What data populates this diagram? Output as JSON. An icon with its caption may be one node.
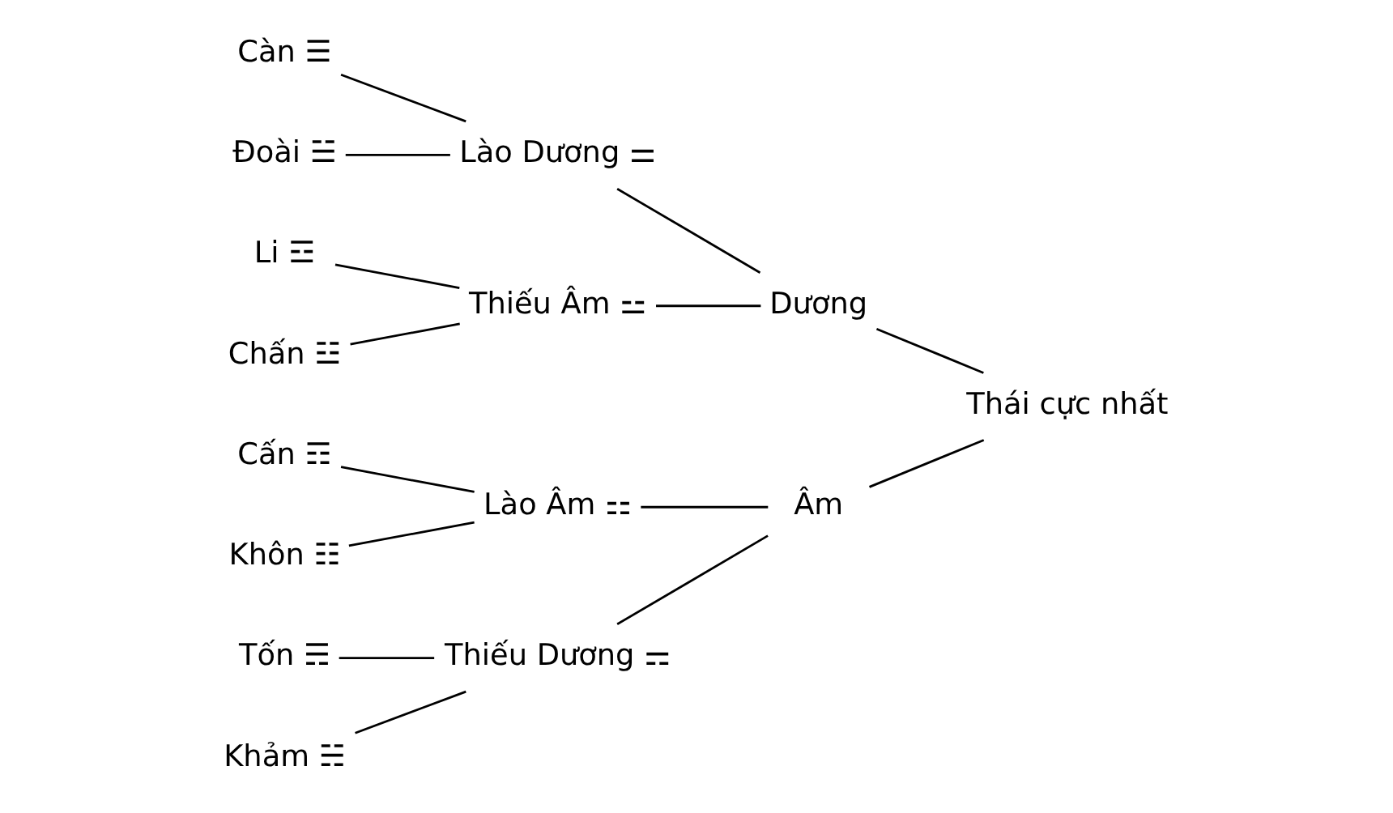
{
  "diagram": {
    "nodes": [
      {
        "text": [
          "Càn ☰"
        ]
      },
      {
        "text": [
          "Lào Dương ⚌"
        ]
      },
      {
        "text": [
          "Đoài ☱"
        ]
      },
      {
        "text": [
          "Dương"
        ]
      },
      {
        "text": [
          "Li ☲"
        ]
      },
      {
        "text": [
          "Thiếu Âm ⚍"
        ]
      },
      {
        "text": [
          "Chấn ☳"
        ]
      },
      {
        "text": [
          "Thái cực nhất"
        ]
      },
      {
        "text": [
          "Tốn ☴"
        ]
      },
      {
        "text": [
          "Thiếu Dương ⚎"
        ]
      },
      {
        "text": [
          "Khảm ☵"
        ]
      },
      {
        "text": [
          "Âm"
        ]
      },
      {
        "text": [
          "Cấn ☶"
        ]
      },
      {
        "text": [
          "Lào Âm ⚏"
        ]
      },
      {
        "text": [
          "Khôn ☷"
        ]
      }
    ],
    "edges": [
      {
        "from": 0,
        "to": 1,
        "arrow": "none"
      },
      {
        "from": 2,
        "to": 1,
        "arrow": "none"
      },
      {
        "from": 4,
        "to": 5,
        "arrow": "none"
      },
      {
        "from": 6,
        "to": 5,
        "arrow": "none"
      },
      {
        "from": 8,
        "to": 9,
        "arrow": "none"
      },
      {
        "from": 10,
        "to": 9,
        "arrow": "none"
      },
      {
        "from": 12,
        "to": 13,
        "arrow": "none"
      },
      {
        "from": 14,
        "to": 13,
        "arrow": "none"
      },
      {
        "from": 1,
        "to": 3,
        "arrow": "none"
      },
      {
        "from": 5,
        "to": 3,
        "arrow": "none"
      },
      {
        "from": 9,
        "to": 11,
        "arrow": "none"
      },
      {
        "from": 13,
        "to": 11,
        "arrow": "none"
      },
      {
        "from": 3,
        "to": 7,
        "arrow": "none"
      },
      {
        "from": 11,
        "to": 7,
        "arrow": "none"
      }
    ]
  }
}
